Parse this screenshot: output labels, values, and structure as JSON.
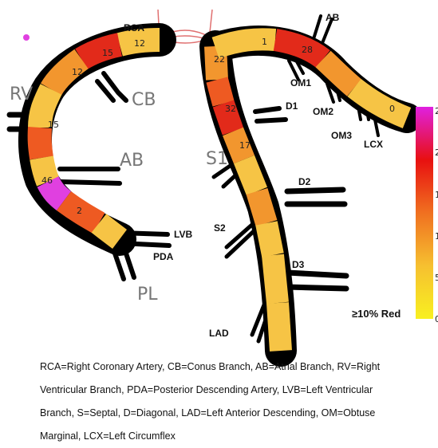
{
  "labels": {
    "rca": "RCA",
    "ab_right": "AB",
    "ab_left": "AB",
    "rv": "RV",
    "cb": "CB",
    "lvb": "LVB",
    "pda": "PDA",
    "pl": "PL",
    "om1": "OM1",
    "om2": "OM2",
    "om3": "OM3",
    "lcx": "LCX",
    "d1": "D1",
    "d2": "D2",
    "d3": "D3",
    "s2": "S2",
    "s1": "S1",
    "lad": "LAD"
  },
  "legend": {
    "threshold_label": "≥10% Red",
    "ticks": [
      "2",
      "2",
      "1",
      "1",
      "5",
      "0"
    ],
    "colors": {
      "top": "#e020e0",
      "upper": "#e81010",
      "mid": "#f07020",
      "low": "#f6c030",
      "bottom": "#f8f020"
    }
  },
  "segment_colors": {
    "yellow": "#f6c445",
    "orange": "#f2962e",
    "red_orange": "#ee5a22",
    "red": "#e22a1a",
    "magenta": "#e040e0"
  },
  "caption": {
    "line1": "RCA=Right Coronary Artery, CB=Conus Branch, AB=Atrial Branch, RV=Right",
    "line2": "Ventricular Branch, PDA=Posterior Descending Artery, LVB=Left Ventricular",
    "line3": "Branch, S=Septal, D=Diagonal, LAD=Left Anterior Descending, OM=Obtuse",
    "line4": "Marginal, LCX=Left Circumflex"
  }
}
